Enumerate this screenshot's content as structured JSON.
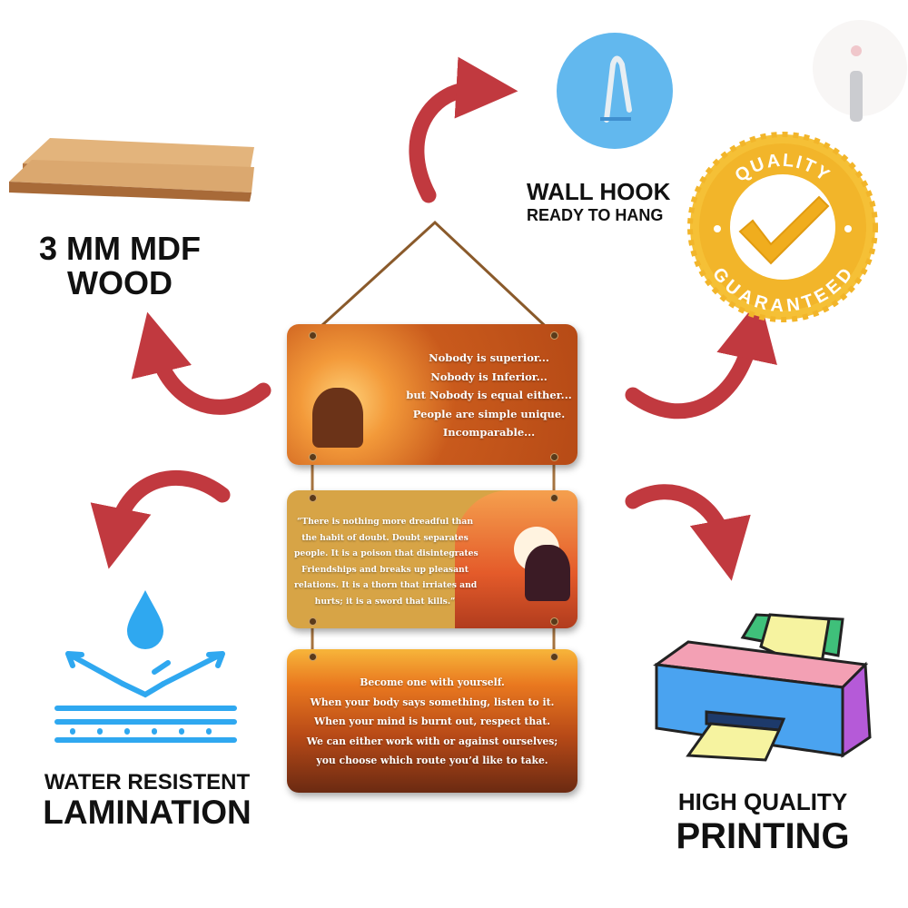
{
  "features": {
    "wood": {
      "line1": "3 MM MDF",
      "line2": "WOOD"
    },
    "hook": {
      "title": "WALL HOOK",
      "subtitle": "READY TO HANG"
    },
    "badge": {
      "top": "QUALITY",
      "bottom": "GUARANTEED"
    },
    "water": {
      "line1": "WATER RESISTENT",
      "line2": "LAMINATION"
    },
    "printing": {
      "line1": "HIGH QUALITY",
      "line2": "PRINTING"
    }
  },
  "plaques": [
    {
      "lines": [
        "Nobody is superior...",
        "Nobody is Inferior...",
        "but Nobody is equal either...",
        "People are simple unique.",
        "Incomparable..."
      ]
    },
    {
      "lines": [
        "“There is nothing more dreadful than",
        "the habit of doubt. Doubt separates",
        "people. It is a poison that disintegrates",
        "Friendships and breaks up pleasant",
        "relations. It is a thorn that irriates and",
        "hurts; it is a sword that kills.”"
      ]
    },
    {
      "lines": [
        "Become one with yourself.",
        "When your body says something, listen to it.",
        "When your mind is burnt out, respect that.",
        "We can either work with or against ourselves;",
        "you choose which route you’d like to take."
      ]
    }
  ],
  "colors": {
    "arrow": "#c1393f",
    "hook": "#62b8ee",
    "badge": "#f2b52a",
    "water": "#2fa8f0"
  }
}
